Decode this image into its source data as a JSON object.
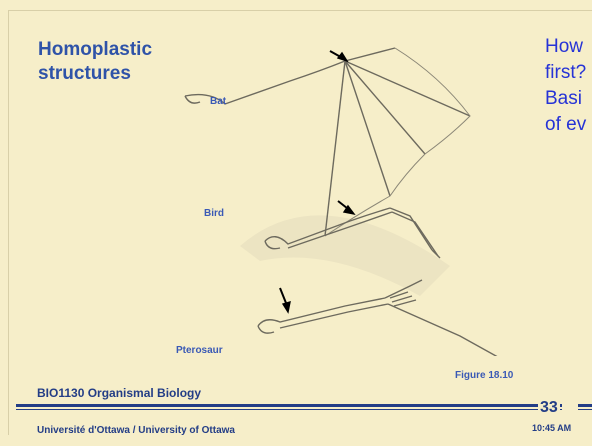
{
  "slide": {
    "title_line1": "Homoplastic",
    "title_line2": "structures",
    "question_lines": [
      "How",
      "first?",
      "Basi",
      "of ev"
    ],
    "labels": {
      "bat": "Bat",
      "bird": "Bird",
      "pterosaur": "Pterosaur"
    },
    "figure_caption": "Figure 18.10",
    "footer": {
      "course": "BIO1130 Organismal Biology",
      "university": "Université d'Ottawa / University of Ottawa",
      "page_number": "33",
      "time": "10:45 AM"
    }
  },
  "colors": {
    "background": "#f6eec9",
    "title": "#2f53a8",
    "question": "#2633d6",
    "footer": "#233d86"
  }
}
